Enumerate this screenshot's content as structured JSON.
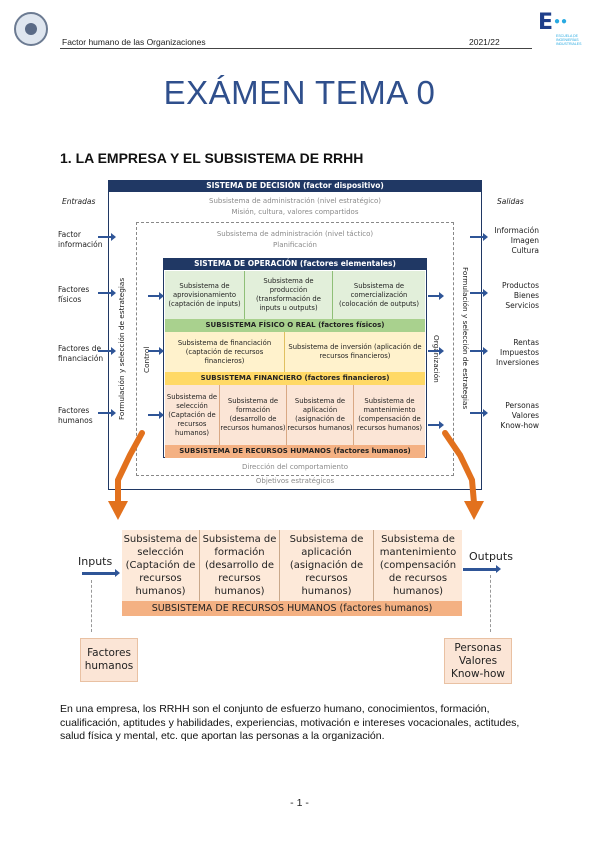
{
  "header": {
    "course": "Factor humano de las Organizaciones",
    "year": "2021/22",
    "school_letter": "E",
    "school_dots": "●●",
    "school_name": "ESCUELA DE INGENIERÍAS INDUSTRIALES"
  },
  "title": "EXÁMEN TEMA 0",
  "section_heading": "1. LA EMPRESA Y EL SUBSISTEMA DE RRHH",
  "diagram": {
    "decision_bar": "SISTEMA DE DECISIÓN (factor dispositivo)",
    "admin_strategic": "Subsistema de administración (nivel estratégico)",
    "mission": "Misión, cultura, valores compartidos",
    "admin_tactical": "Subsistema de administración (nivel táctico)",
    "planning": "Planificación",
    "operation_bar": "SISTEMA DE OPERACIÓN (factores elementales)",
    "physical_cells": [
      "Subsistema de aprovisionamiento (captación de inputs)",
      "Subsistema de producción (transformación de inputs u outputs)",
      "Subsistema de comercialización (colocación de outputs)"
    ],
    "physical_bar": "SUBSISTEMA FÍSICO O REAL (factores físicos)",
    "financial_cells": [
      "Subsistema de financiación (captación de recursos financieros)",
      "Subsistema de inversión (aplicación de recursos financieros)"
    ],
    "financial_bar": "SUBSISTEMA FINANCIERO (factores financieros)",
    "hr_cells": [
      "Subsistema de selección (Captación de recursos humanos)",
      "Subsistema de formación (desarrollo de recursos humanos)",
      "Subsistema de aplicación (asignación de recursos humanos)",
      "Subsistema de mantenimiento (compensación de recursos humanos)"
    ],
    "hr_bar": "SUBSISTEMA DE RECURSOS HUMANOS (factores humanos)",
    "behaviour": "Dirección del comportamiento",
    "objectives": "Objetivos estratégicos",
    "inputs_title": "Entradas",
    "outputs_title": "Salidas",
    "inputs": [
      "Factor información",
      "Factores físicos",
      "Factores de financiación",
      "Factores humanos"
    ],
    "outputs": [
      "Información Imagen Cultura",
      "Productos Bienes Servicios",
      "Rentas Impuestos Inversiones",
      "Personas Valores Know-how"
    ],
    "left_vertical": "Formulación y selección de estrategias",
    "right_vertical": "Formulación y selección de estrategias",
    "control": "Control",
    "organization": "Organización"
  },
  "hr_detail": {
    "inputs_label": "Inputs",
    "outputs_label": "Outputs",
    "cells": [
      "Subsistema de selección (Captación de recursos humanos)",
      "Subsistema de formación (desarrollo de recursos humanos)",
      "Subsistema de aplicación (asignación de recursos humanos)",
      "Subsistema de mantenimiento (compensación de recursos humanos)"
    ],
    "bar": "SUBSISTEMA DE RECURSOS HUMANOS (factores humanos)",
    "left_box": "Factores humanos",
    "right_box": "Personas Valores Know-how"
  },
  "paragraph": "En una empresa, los RRHH son el conjunto de esfuerzo humano, conocimientos, formación, cualificación, aptitudes y habilidades, experiencias, motivación e intereses vocacionales, actitudes, salud física y mental, etc. que aportan las personas a la organización.",
  "page_number": "- 1 -",
  "colors": {
    "title": "#2f4f8c",
    "dark_bar": "#203864",
    "physical": "#e2efda",
    "physical_bar": "#a9d18e",
    "financial": "#fff2cc",
    "financial_bar": "#ffd966",
    "hr": "#fbe5d6",
    "hr_bar": "#f4b183",
    "orange_arrow": "#e2711d"
  }
}
